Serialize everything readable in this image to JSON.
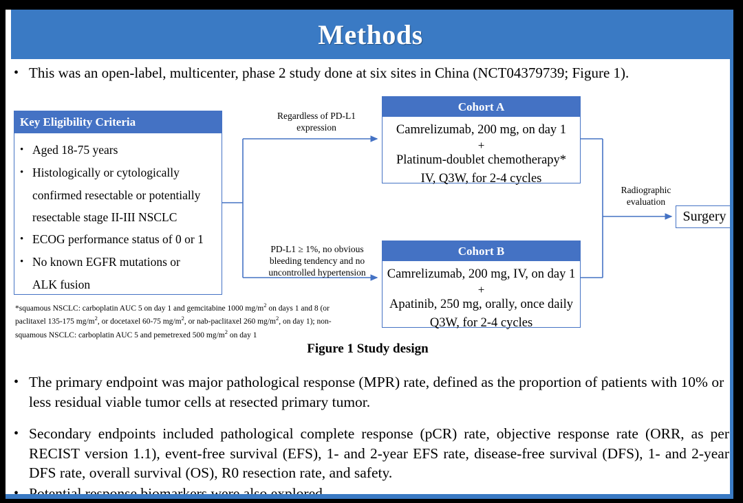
{
  "slide": {
    "title": "Methods",
    "accent_color": "#3a7ac4",
    "box_color": "#4472c4",
    "bullet_glyph": "•"
  },
  "intro_bullet": "This was an open-label, multicenter, phase 2 study done at six sites in China (NCT04379739; Figure 1).",
  "figure": {
    "caption": "Figure 1 Study design",
    "eligibility": {
      "header": "Key  Eligibility Criteria",
      "items": [
        {
          "line1": "Aged 18-75 years",
          "line2": "",
          "line3": ""
        },
        {
          "line1": "Histologically or cytologically",
          "line2": "confirmed resectable or potentially",
          "line3": "resectable stage II-III  NSCLC"
        },
        {
          "line1": "ECOG performance status of 0 or 1",
          "line2": "",
          "line3": ""
        },
        {
          "line1": "No known EGFR mutations or",
          "line2": "ALK fusion",
          "line3": ""
        }
      ]
    },
    "footnote": {
      "line1_a": "*squamous NSCLC: carboplatin AUC 5 on day 1 and gemcitabine 1000 mg/m",
      "line1_sup": "2",
      "line1_b": " on days 1 and 8 (or",
      "line2_a": "paclitaxel 135-175  mg/m",
      "line2_sup1": "2",
      "line2_b": ", or docetaxel 60-75 mg/m",
      "line2_sup2": "2",
      "line2_c": ", or nab-paclitaxel 260 mg/m",
      "line2_sup3": "2",
      "line2_d": ", on day 1); non-",
      "line3_a": "squamous NSCLC: carboplatin AUC 5 and pemetrexed 500 mg/m",
      "line3_sup": "2",
      "line3_b": " on day 1"
    },
    "cohort_a": {
      "header": "Cohort A",
      "line1": "Camrelizumab, 200 mg, on day 1",
      "plus": "+",
      "line2": "Platinum-doublet chemotherapy*",
      "line3": "IV, Q3W, for 2-4 cycles"
    },
    "cohort_b": {
      "header": "Cohort B",
      "line1": "Camrelizumab, 200 mg, IV, on day 1",
      "plus": "+",
      "line2": "Apatinib, 250 mg, orally, once daily",
      "line3": "Q3W, for 2-4 cycles"
    },
    "connector_labels": {
      "regardless_line1": "Regardless  of PD-L1",
      "regardless_line2": "expression",
      "pdl1_line1": "PD-L1 ≥ 1%, no obvious",
      "pdl1_line2": "bleeding tendency  and no",
      "pdl1_line3": "uncontrolled  hypertension",
      "radiographic_line1": "Radiographic",
      "radiographic_line2": "evaluation"
    },
    "surgery": "Surgery"
  },
  "bullets": [
    "The primary endpoint was major pathological response (MPR) rate, defined as the proportion of patients with 10% or less residual viable tumor cells at resected primary tumor.",
    "Secondary endpoints included pathological complete response (pCR) rate, objective response rate (ORR, as per RECIST version 1.1), event-free survival (EFS), 1- and 2-year EFS rate, disease-free survival (DFS), 1- and 2-year DFS rate, overall survival (OS), R0 resection rate, and safety.",
    "Potential response biomarkers were also explored."
  ]
}
